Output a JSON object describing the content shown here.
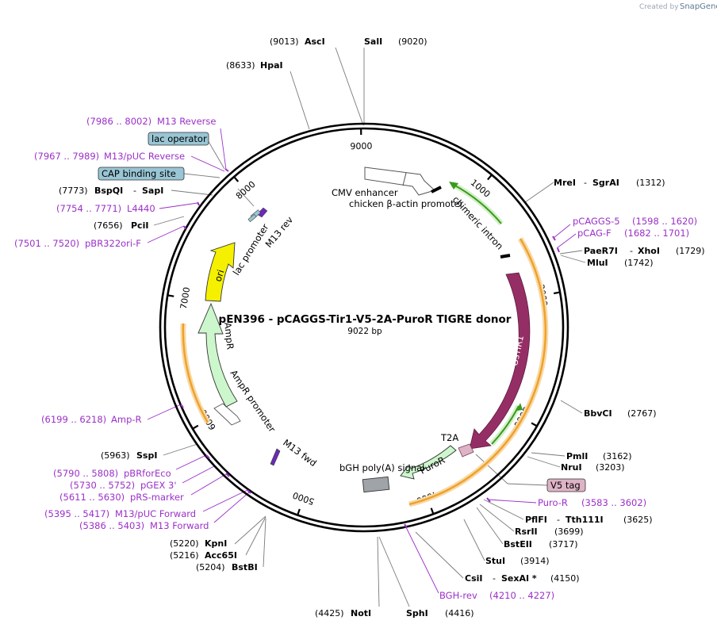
{
  "watermark": {
    "prefix": "Created by",
    "brand": "SnapGene"
  },
  "plasmid": {
    "name": "pEN396 - pCAGGS-Tir1-V5-2A-PuroR TIGRE donor",
    "size_label": "9022 bp",
    "length": 9022
  },
  "ticks": [
    {
      "pos": 1000,
      "label": "1000"
    },
    {
      "pos": 2000,
      "label": "2000"
    },
    {
      "pos": 3000,
      "label": "3000"
    },
    {
      "pos": 4000,
      "label": "4000"
    },
    {
      "pos": 5000,
      "label": "5000"
    },
    {
      "pos": 6000,
      "label": "6000"
    },
    {
      "pos": 7000,
      "label": "7000"
    },
    {
      "pos": 8000,
      "label": "8000"
    },
    {
      "pos": 9000,
      "label": "9000"
    }
  ],
  "colors": {
    "enzyme_text": "#000000",
    "primer_text": "#9b30c8",
    "primer_tick": "#9b30c8",
    "leader_line": "#7a7a7a",
    "ostir1": "#962e66",
    "ampr": "#ccf7cc",
    "ori": "#f5f000",
    "puror": "#ccf7cc",
    "intron": "#3a9a1e",
    "orange_arc": "#f0a028",
    "bgh_box": "#a0a3a8",
    "callout_blue": "#99c5d4",
    "callout_pink": "#deb3c6"
  },
  "sites": [
    {
      "name": "AscI",
      "pos": "9013"
    },
    {
      "name": "SalI",
      "pos": "9020"
    },
    {
      "name": "HpaI",
      "pos": "8633"
    },
    {
      "name": "MreI",
      "name2": "SgrAI",
      "pos": "1312"
    },
    {
      "name": "PaeR7I",
      "name2": "XhoI",
      "pos": "1729"
    },
    {
      "name": "MluI",
      "pos": "1742"
    },
    {
      "name": "BbvCI",
      "pos": "2767"
    },
    {
      "name": "PmlI",
      "pos": "3162"
    },
    {
      "name": "NruI",
      "pos": "3203"
    },
    {
      "name": "PflFI",
      "name2": "Tth111I",
      "pos": "3625"
    },
    {
      "name": "RsrII",
      "pos": "3699"
    },
    {
      "name": "BstEII",
      "pos": "3717"
    },
    {
      "name": "StuI",
      "pos": "3914"
    },
    {
      "name": "CsiI",
      "name2": "SexAI *",
      "pos": "4150"
    },
    {
      "name": "SphI",
      "pos": "4416"
    },
    {
      "name": "NotI",
      "pos": "4425"
    },
    {
      "name": "BstBI",
      "pos": "5204"
    },
    {
      "name": "Acc65I",
      "pos": "5216"
    },
    {
      "name": "KpnI",
      "pos": "5220"
    },
    {
      "name": "SspI",
      "pos": "5963"
    },
    {
      "name": "PciI",
      "pos": "7656"
    },
    {
      "name": "BspQI",
      "name2": "SapI",
      "pos": "7773"
    }
  ],
  "primers": [
    {
      "range": "7986 .. 8002",
      "name": "M13 Reverse"
    },
    {
      "range": "7967 .. 7989",
      "name": "M13/pUC Reverse"
    },
    {
      "range": "7754 .. 7771",
      "name": "L4440"
    },
    {
      "range": "7501 .. 7520",
      "name": "pBR322ori-F"
    },
    {
      "range": "1598 .. 1620",
      "name": "pCAGGS-5"
    },
    {
      "range": "1682 .. 1701",
      "name": "pCAG-F"
    },
    {
      "range": "3583 .. 3602",
      "name": "Puro-R"
    },
    {
      "range": "4210 .. 4227",
      "name": "BGH-rev"
    },
    {
      "range": "5790 .. 5808",
      "name": "pBRforEco"
    },
    {
      "range": "5730 .. 5752",
      "name": "pGEX 3'"
    },
    {
      "range": "5611 .. 5630",
      "name": "pRS-marker"
    },
    {
      "range": "5395 .. 5417",
      "name": "M13/pUC Forward"
    },
    {
      "range": "5386 .. 5403",
      "name": "M13 Forward"
    },
    {
      "range": "6199 .. 6218",
      "name": "Amp-R"
    }
  ],
  "callouts": [
    "lac operator",
    "CAP binding site",
    "V5 tag"
  ],
  "features": {
    "cmv": "CMV enhancer",
    "chicken": "chicken β-actin promoter",
    "intron": "chimeric intron",
    "ostir1": "OsTIR1",
    "t2a": "T2A",
    "puror": "PuroR",
    "bgh": "bGH poly(A) signal",
    "m13fwd": "M13 fwd",
    "ampr_promoter": "AmpR promoter",
    "ampr": "AmpR",
    "ori": "ori",
    "lac_promoter": "lac promoter",
    "m13rev": "M13 rev"
  }
}
